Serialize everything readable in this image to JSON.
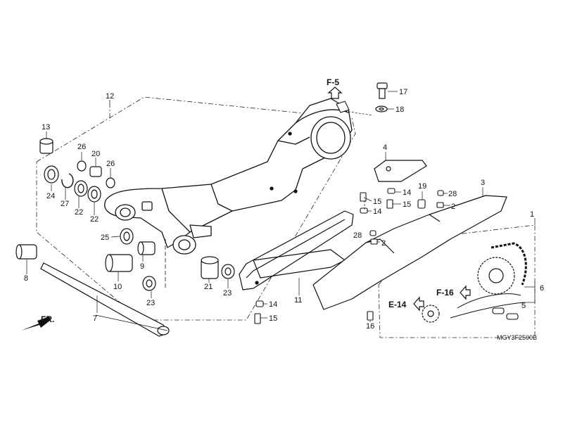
{
  "callouts": {
    "p1": "1",
    "p2a": "2",
    "p2b": "2",
    "p3": "3",
    "p4": "4",
    "p5": "5",
    "p6": "6",
    "p7": "7",
    "p8": "8",
    "p9": "9",
    "p10": "10",
    "p11": "11",
    "p12": "12",
    "p13": "13",
    "p14a": "14",
    "p14b": "14",
    "p14c": "14",
    "p15a": "15",
    "p15b": "15",
    "p15c": "15",
    "p16": "16",
    "p17": "17",
    "p18": "18",
    "p19": "19",
    "p20": "20",
    "p21": "21",
    "p22a": "22",
    "p22b": "22",
    "p23a": "23",
    "p23b": "23",
    "p24": "24",
    "p25": "25",
    "p26a": "26",
    "p26b": "26",
    "p27": "27",
    "p28a": "28",
    "p28b": "28"
  },
  "refs": {
    "f5": "F-5",
    "f16": "F-16",
    "e14": "E-14",
    "front": "FR."
  },
  "diagram_code": "MGY3F2500B"
}
